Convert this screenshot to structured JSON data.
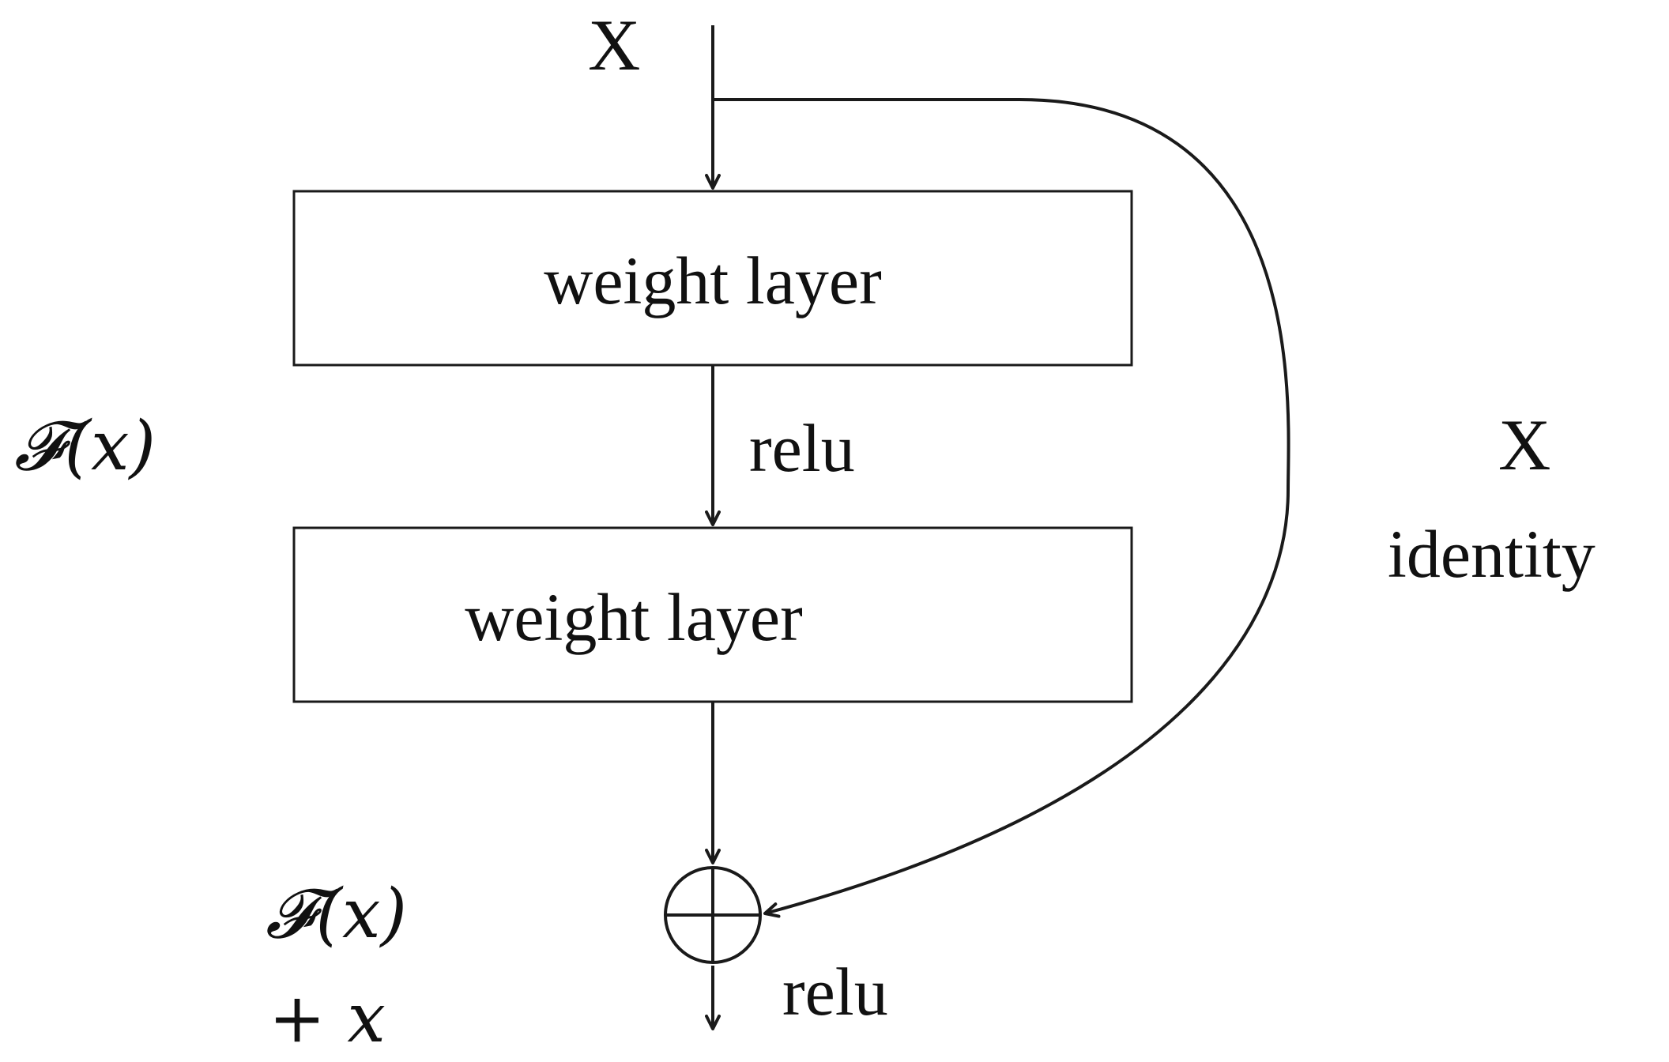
{
  "input_label": "X",
  "blocks": [
    {
      "label": "weight layer"
    },
    {
      "label": "weight layer"
    }
  ],
  "activations": {
    "between_layers": "relu",
    "after_sum": "relu"
  },
  "residual_label": "𝓕(x)",
  "shortcut": {
    "input": "X",
    "label": "identity"
  },
  "output_label": {
    "line1": "𝓕(x)",
    "line2": "+ x"
  },
  "sum_operator": "⊕"
}
